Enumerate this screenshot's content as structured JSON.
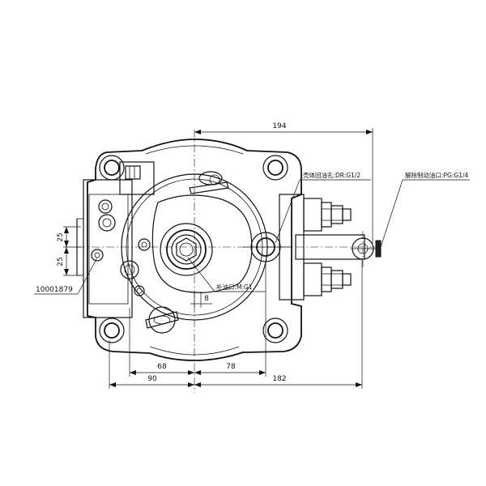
{
  "dimensions": {
    "top_width": "194",
    "left_half": "90",
    "total_width": "182",
    "offset_68": "68",
    "offset_78": "78",
    "port_offset": "8",
    "v_upper": "25",
    "v_lower": "25"
  },
  "labels": {
    "drain_port": "壳体回油孔:DR:G1/2",
    "pilot_port": "解除制动油口:PG:G1/4",
    "suction_port": "补油口:M:G1",
    "part_number": "10001879"
  }
}
